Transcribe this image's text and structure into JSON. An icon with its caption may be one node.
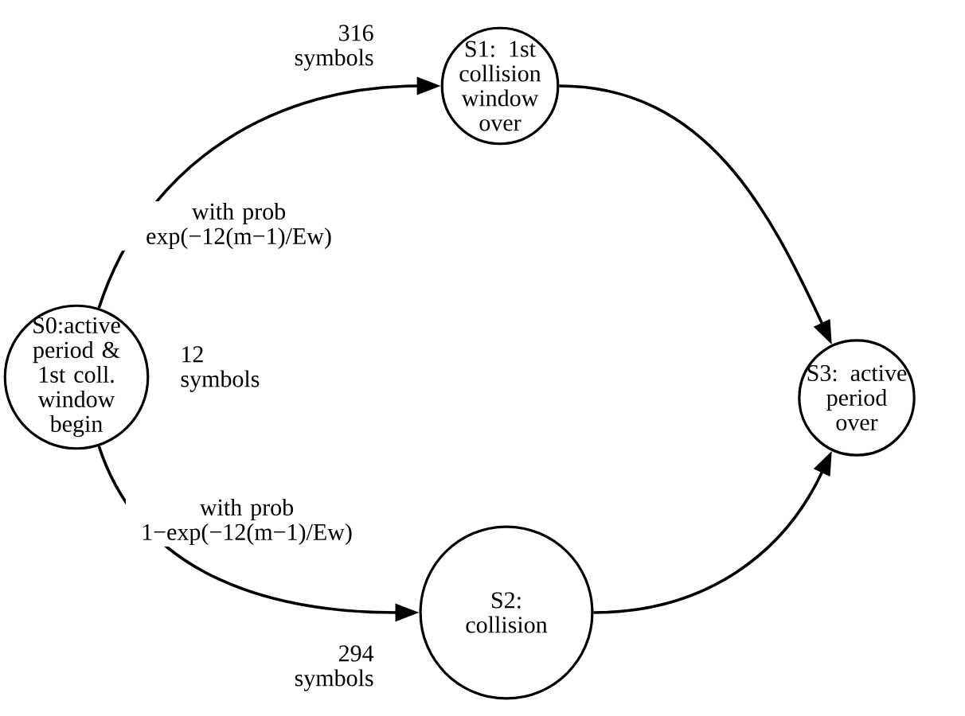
{
  "diagram": {
    "nodes": [
      {
        "text": [
          "S0:active period & 1st coll. window begin"
        ],
        "beside": [
          "12 symbols"
        ]
      },
      {
        "text": [
          "S1: 1st collision window over"
        ],
        "beside": [
          "316 symbols"
        ]
      },
      {
        "text": [
          "S2: collision"
        ],
        "beside": [
          "294 symbols"
        ]
      },
      {
        "text": [
          "S3: active period over"
        ]
      }
    ],
    "edges": [
      {
        "from": 0,
        "to": 1,
        "arrow": "to",
        "label": "with prob exp(−12(m−1)/Ew)"
      },
      {
        "from": 0,
        "to": 2,
        "arrow": "to",
        "label": "with prob 1−exp(−12(m−1)/Ew)"
      },
      {
        "from": 1,
        "to": 3,
        "arrow": "to"
      },
      {
        "from": 2,
        "to": 3,
        "arrow": "to"
      }
    ]
  }
}
